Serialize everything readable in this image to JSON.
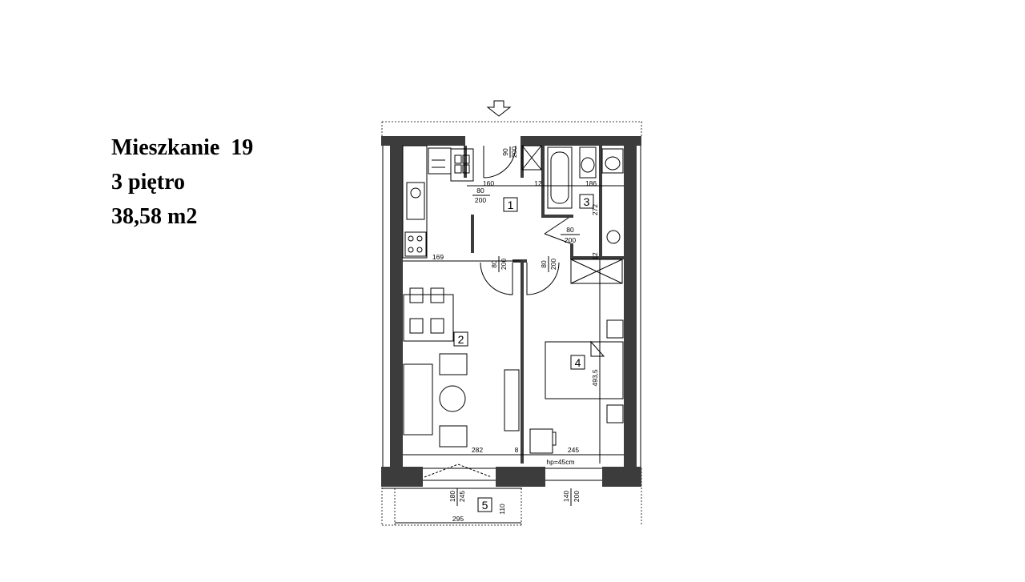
{
  "apartment": {
    "name": "Mieszkanie  19",
    "floor": "3 piętro",
    "area": "38,58 m2"
  },
  "rooms": [
    "1",
    "2",
    "3",
    "4",
    "5"
  ],
  "dimensions": {
    "d_90_200": [
      "90",
      "200"
    ],
    "d_160": "160",
    "d_12a": "12",
    "d_186": "186",
    "d_80_200_hall": [
      "80",
      "200"
    ],
    "d_272": "272",
    "d_80_200_bath": [
      "80",
      "200"
    ],
    "d_169": "169",
    "d_80_200_room2": [
      "80",
      "200"
    ],
    "d_80_200_room4": [
      "80",
      "200"
    ],
    "d_12b": "12",
    "d_493": "493,5",
    "d_282": "282",
    "d_8": "8",
    "d_245": "245",
    "d_hp": "hp=45cm",
    "d_180_245": [
      "180",
      "245"
    ],
    "d_110": "110",
    "d_140_200": [
      "140",
      "200"
    ],
    "d_295": "295"
  }
}
